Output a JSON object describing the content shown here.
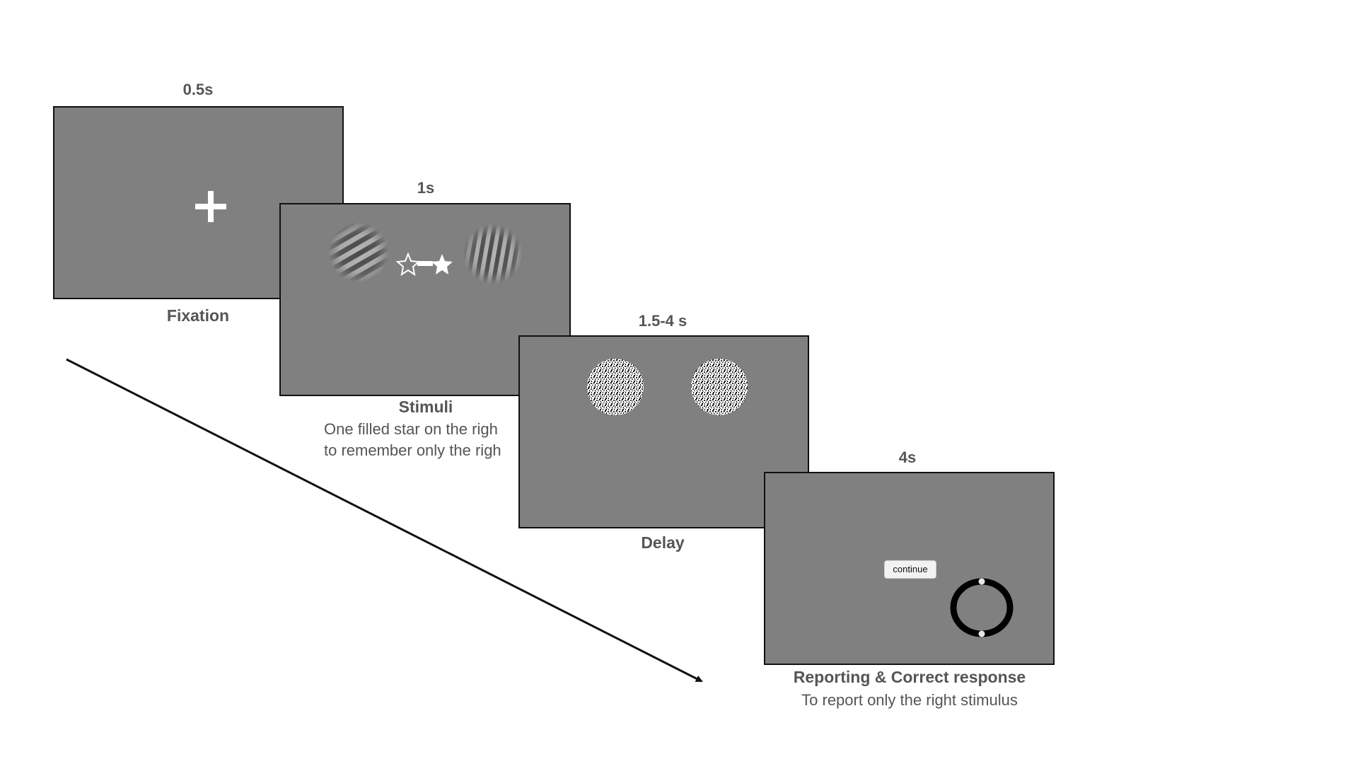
{
  "panels": {
    "fixation": {
      "time": "0.5s",
      "title": "Fixation"
    },
    "stimuli": {
      "time": "1s",
      "title": "Stimuli",
      "description_line1": "One filled star on the righ",
      "description_line2": "to remember only the righ"
    },
    "delay": {
      "time": "1.5-4 s",
      "title": "Delay"
    },
    "reporting": {
      "time": "4s",
      "title": "Reporting & Correct response",
      "description": "To report only the right stimulus",
      "button_label": "continue"
    }
  },
  "colors": {
    "screen_gray": "#808080",
    "label_gray": "#555555",
    "border": "#111111",
    "stimulus_white": "#ffffff"
  },
  "icons": [
    "fixation-cross-icon",
    "outline-star-icon",
    "filled-star-icon",
    "response-ring-icon"
  ]
}
